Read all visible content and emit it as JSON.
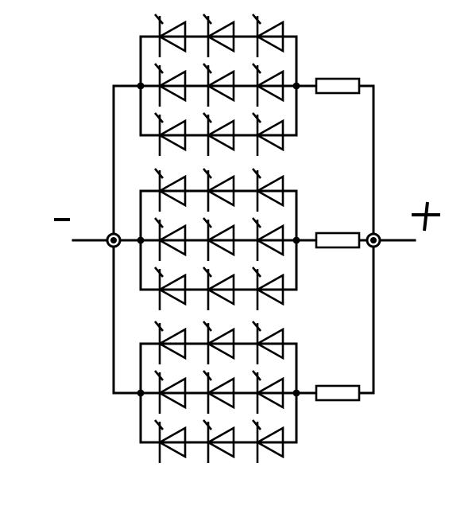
{
  "diagram": {
    "type": "circuit-schematic",
    "terminals": {
      "negative": "−",
      "positive": "+"
    },
    "led_groups": 3,
    "rows_per_group": 3,
    "leds_per_row": 3,
    "resistor_per_group": 1,
    "led_orientation": "anode-right",
    "colors": {
      "line": "#000000",
      "background": "#ffffff"
    }
  }
}
